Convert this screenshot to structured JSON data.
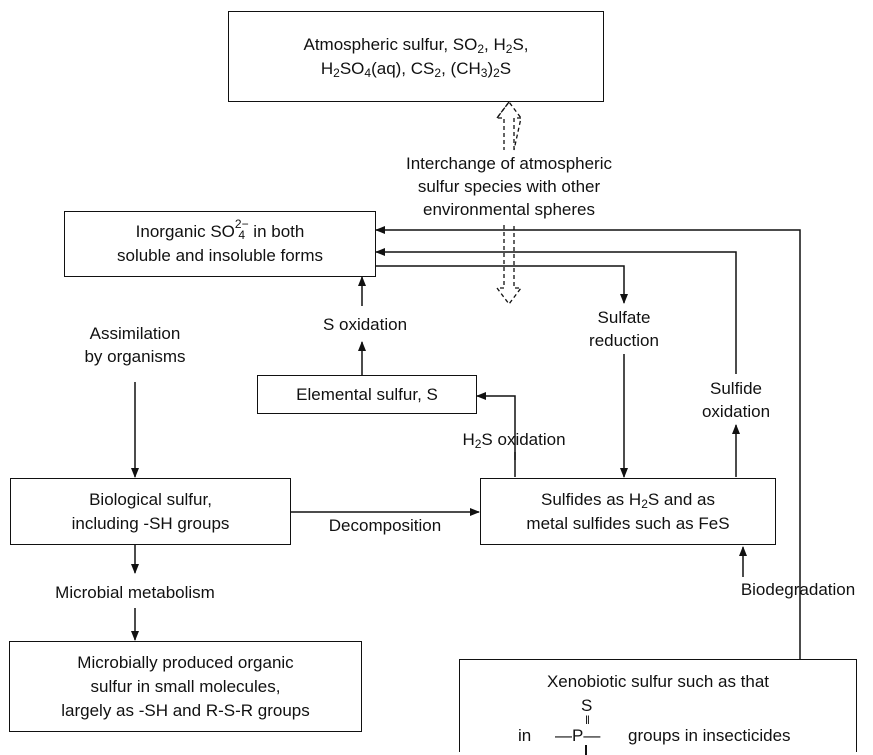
{
  "boxes": {
    "atmospheric": {
      "line1_text": "Atmospheric sulfur, ",
      "so": "SO",
      "so_sub": "2",
      "sep1": ", ",
      "h": "H",
      "h_sub": "2",
      "s_end": "S,",
      "line2_h": "H",
      "line2_h_sub": "2",
      "line2_so": "SO",
      "line2_so_sub": "4",
      "line2_aq": "(aq), ",
      "cs": "CS",
      "cs_sub": "2",
      "sep2": ", ",
      "ch3_open": "(CH",
      "ch3_sub": "3",
      "ch3_close": ")",
      "ch3_sub2": "2",
      "ch3_s": "S"
    },
    "inorganic": {
      "pre": "Inorganic SO",
      "sup": "2−",
      "sub": "4",
      "post": " in both",
      "line2": "soluble and insoluble forms"
    },
    "elemental": {
      "text": "Elemental sulfur, S"
    },
    "biological": {
      "line1": "Biological sulfur,",
      "line2": "including -SH groups"
    },
    "sulfides": {
      "line1_pre": "Sulfides as H",
      "line1_sub": "2",
      "line1_post": "S and as",
      "line2": "metal sulfides such as FeS"
    },
    "microbial": {
      "line1": "Microbially produced organic",
      "line2": "sulfur in small molecules,",
      "line3": "largely as -SH and R-S-R groups"
    },
    "xenobiotic": {
      "line1": "Xenobiotic sulfur such as that",
      "s_atom": "S",
      "in_text": "in",
      "p_atom": "—P—",
      "post": "groups in insecticides"
    }
  },
  "labels": {
    "interchange": {
      "line1": "Interchange of atmospheric",
      "line2": "sulfur species with other",
      "line3": "environmental spheres"
    },
    "s_oxidation": "S oxidation",
    "assimilation": {
      "line1": "Assimilation",
      "line2": "by organisms"
    },
    "sulfate_reduction": {
      "line1": "Sulfate",
      "line2": "reduction"
    },
    "sulfide_oxidation": {
      "line1": "Sulfide",
      "line2": "oxidation"
    },
    "h2s_oxidation": {
      "pre": "H",
      "sub": "2",
      "post": "S oxidation"
    },
    "decomposition": "Decomposition",
    "microbial_metabolism": "Microbial metabolism",
    "biodegradation": "Biodegradation"
  }
}
